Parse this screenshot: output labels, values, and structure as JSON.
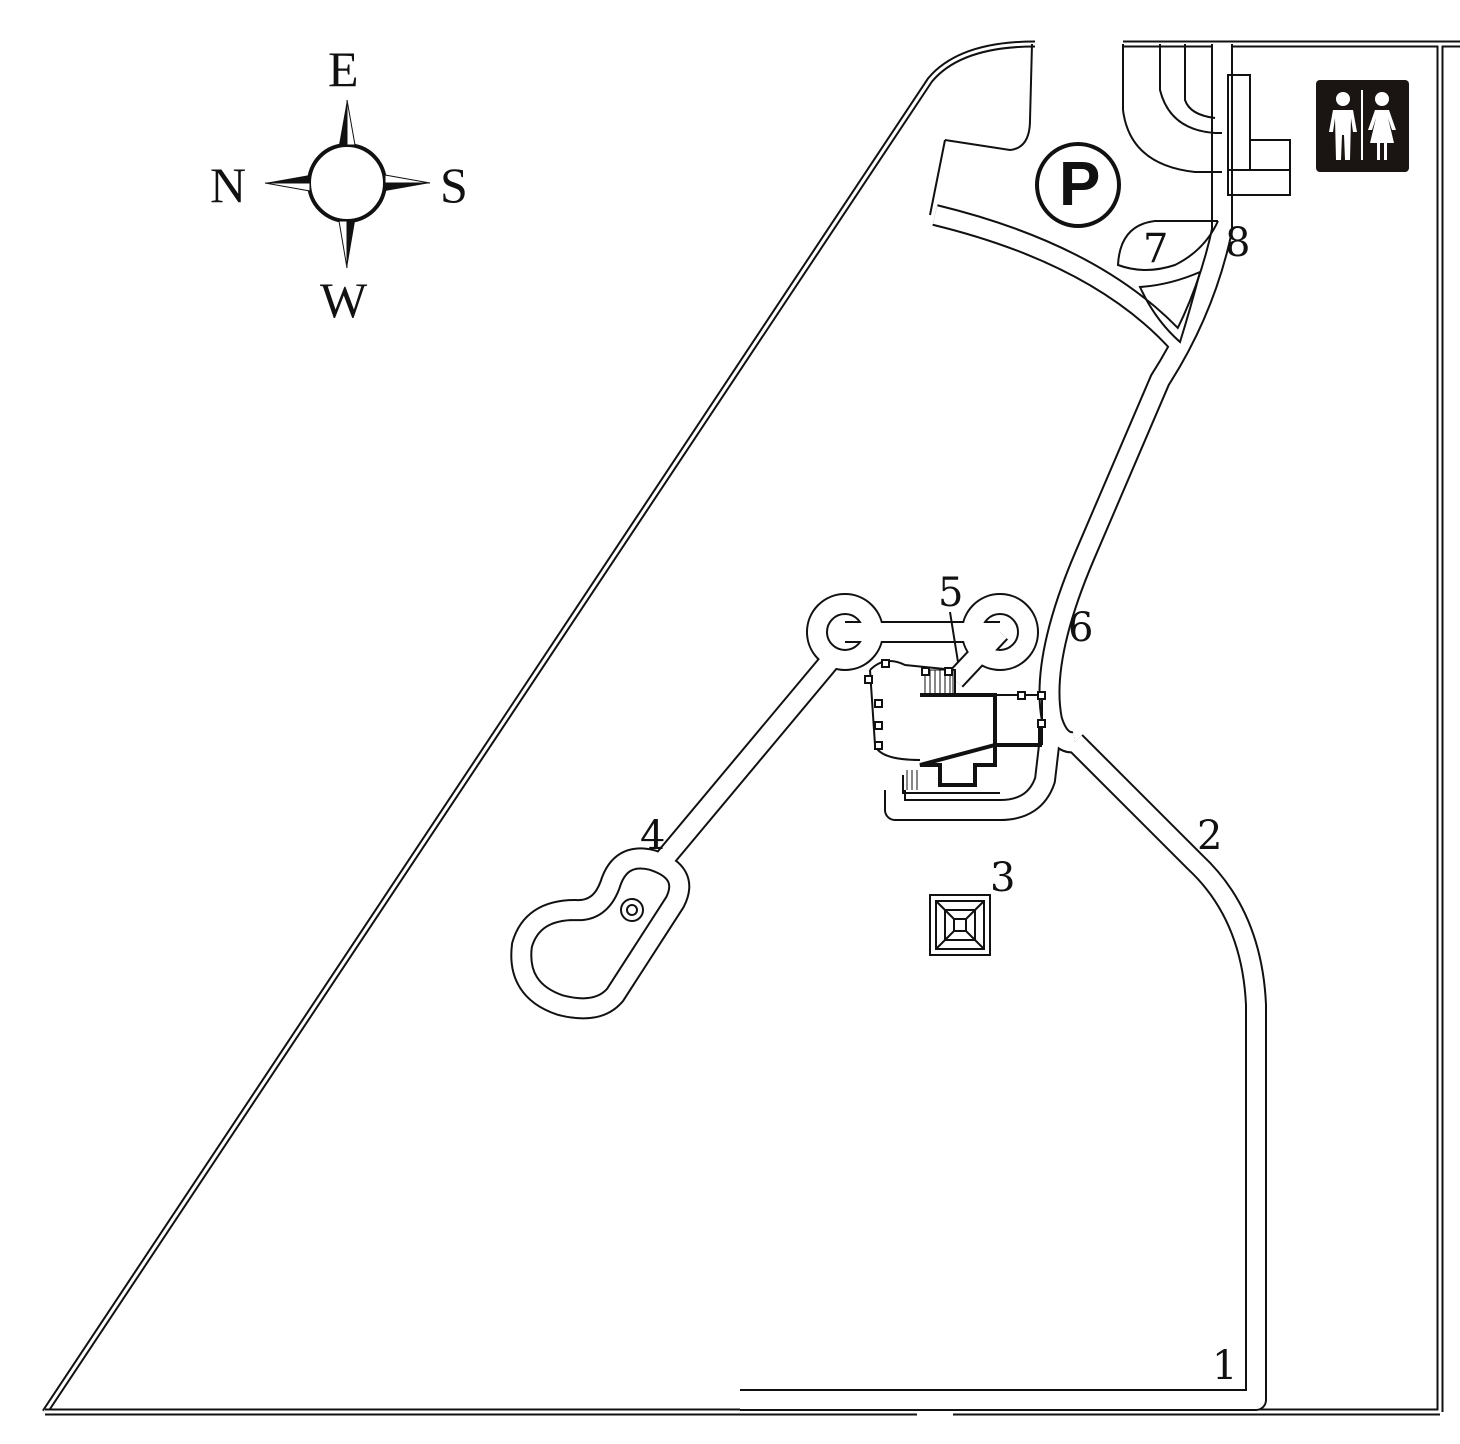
{
  "map": {
    "compass": {
      "east": "E",
      "north": "N",
      "south": "S",
      "west": "W"
    },
    "parking_symbol": "P",
    "restroom_icon": "restroom-icon",
    "markers": [
      "1",
      "2",
      "3",
      "4",
      "5",
      "6",
      "7",
      "8"
    ],
    "colors": {
      "line": "#111111",
      "background": "#ffffff"
    }
  }
}
